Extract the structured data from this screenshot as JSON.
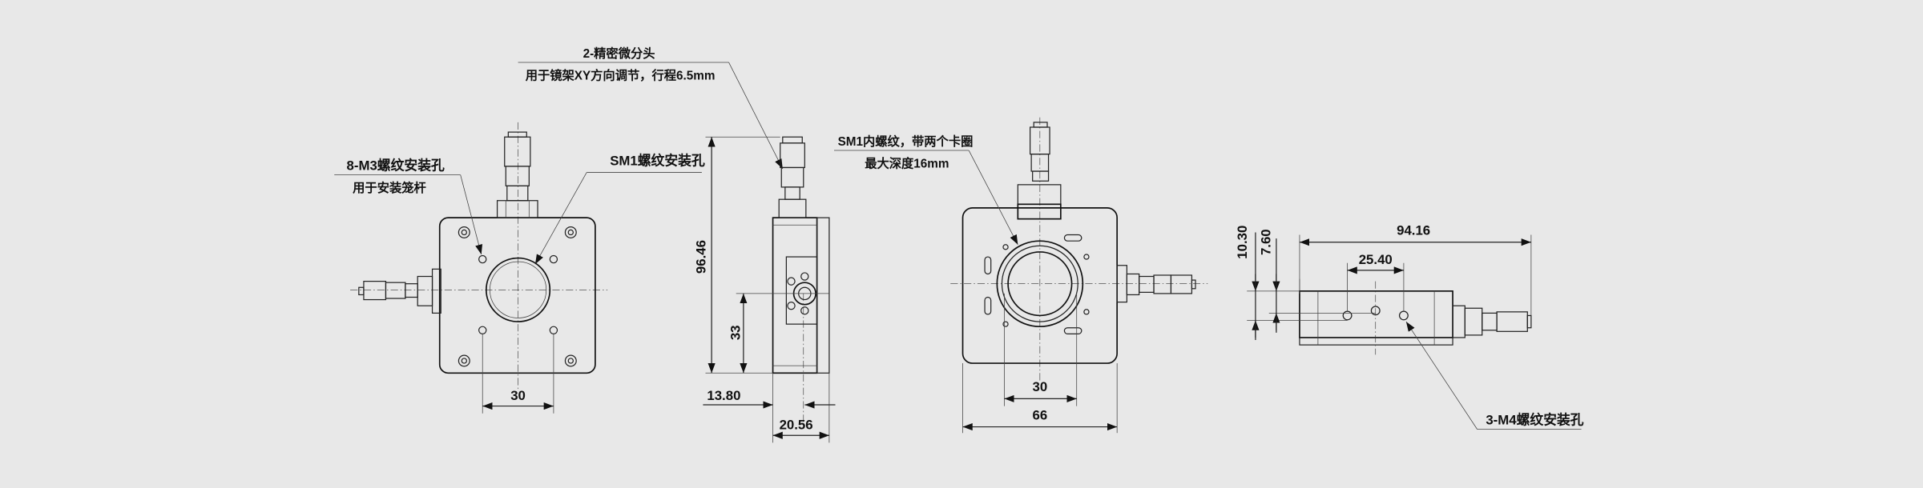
{
  "colors": {
    "background": "#e8e8e8",
    "line": "#222222"
  },
  "callouts": {
    "micrometer_title": "2-精密微分头",
    "micrometer_desc": "用于镜架XY方向调节，行程6.5mm",
    "m3_title": "8-M3螺纹安装孔",
    "m3_desc": "用于安装笼杆",
    "sm1_mount": "SM1螺纹安装孔",
    "sm1_inner_title": "SM1内螺纹，带两个卡圈",
    "sm1_inner_desc": "最大深度16mm",
    "m4_title": "3-M4螺纹安装孔"
  },
  "dimensions": {
    "front_hole_spacing": "30",
    "side_height": "96.46",
    "side_center_height": "33",
    "side_offset": "13.80",
    "side_depth": "20.56",
    "rear_hole_spacing": "30",
    "rear_width": "66",
    "bottom_length": "94.16",
    "bottom_hole_spacing": "25.40",
    "bottom_height_a": "10.30",
    "bottom_height_b": "7.60"
  }
}
